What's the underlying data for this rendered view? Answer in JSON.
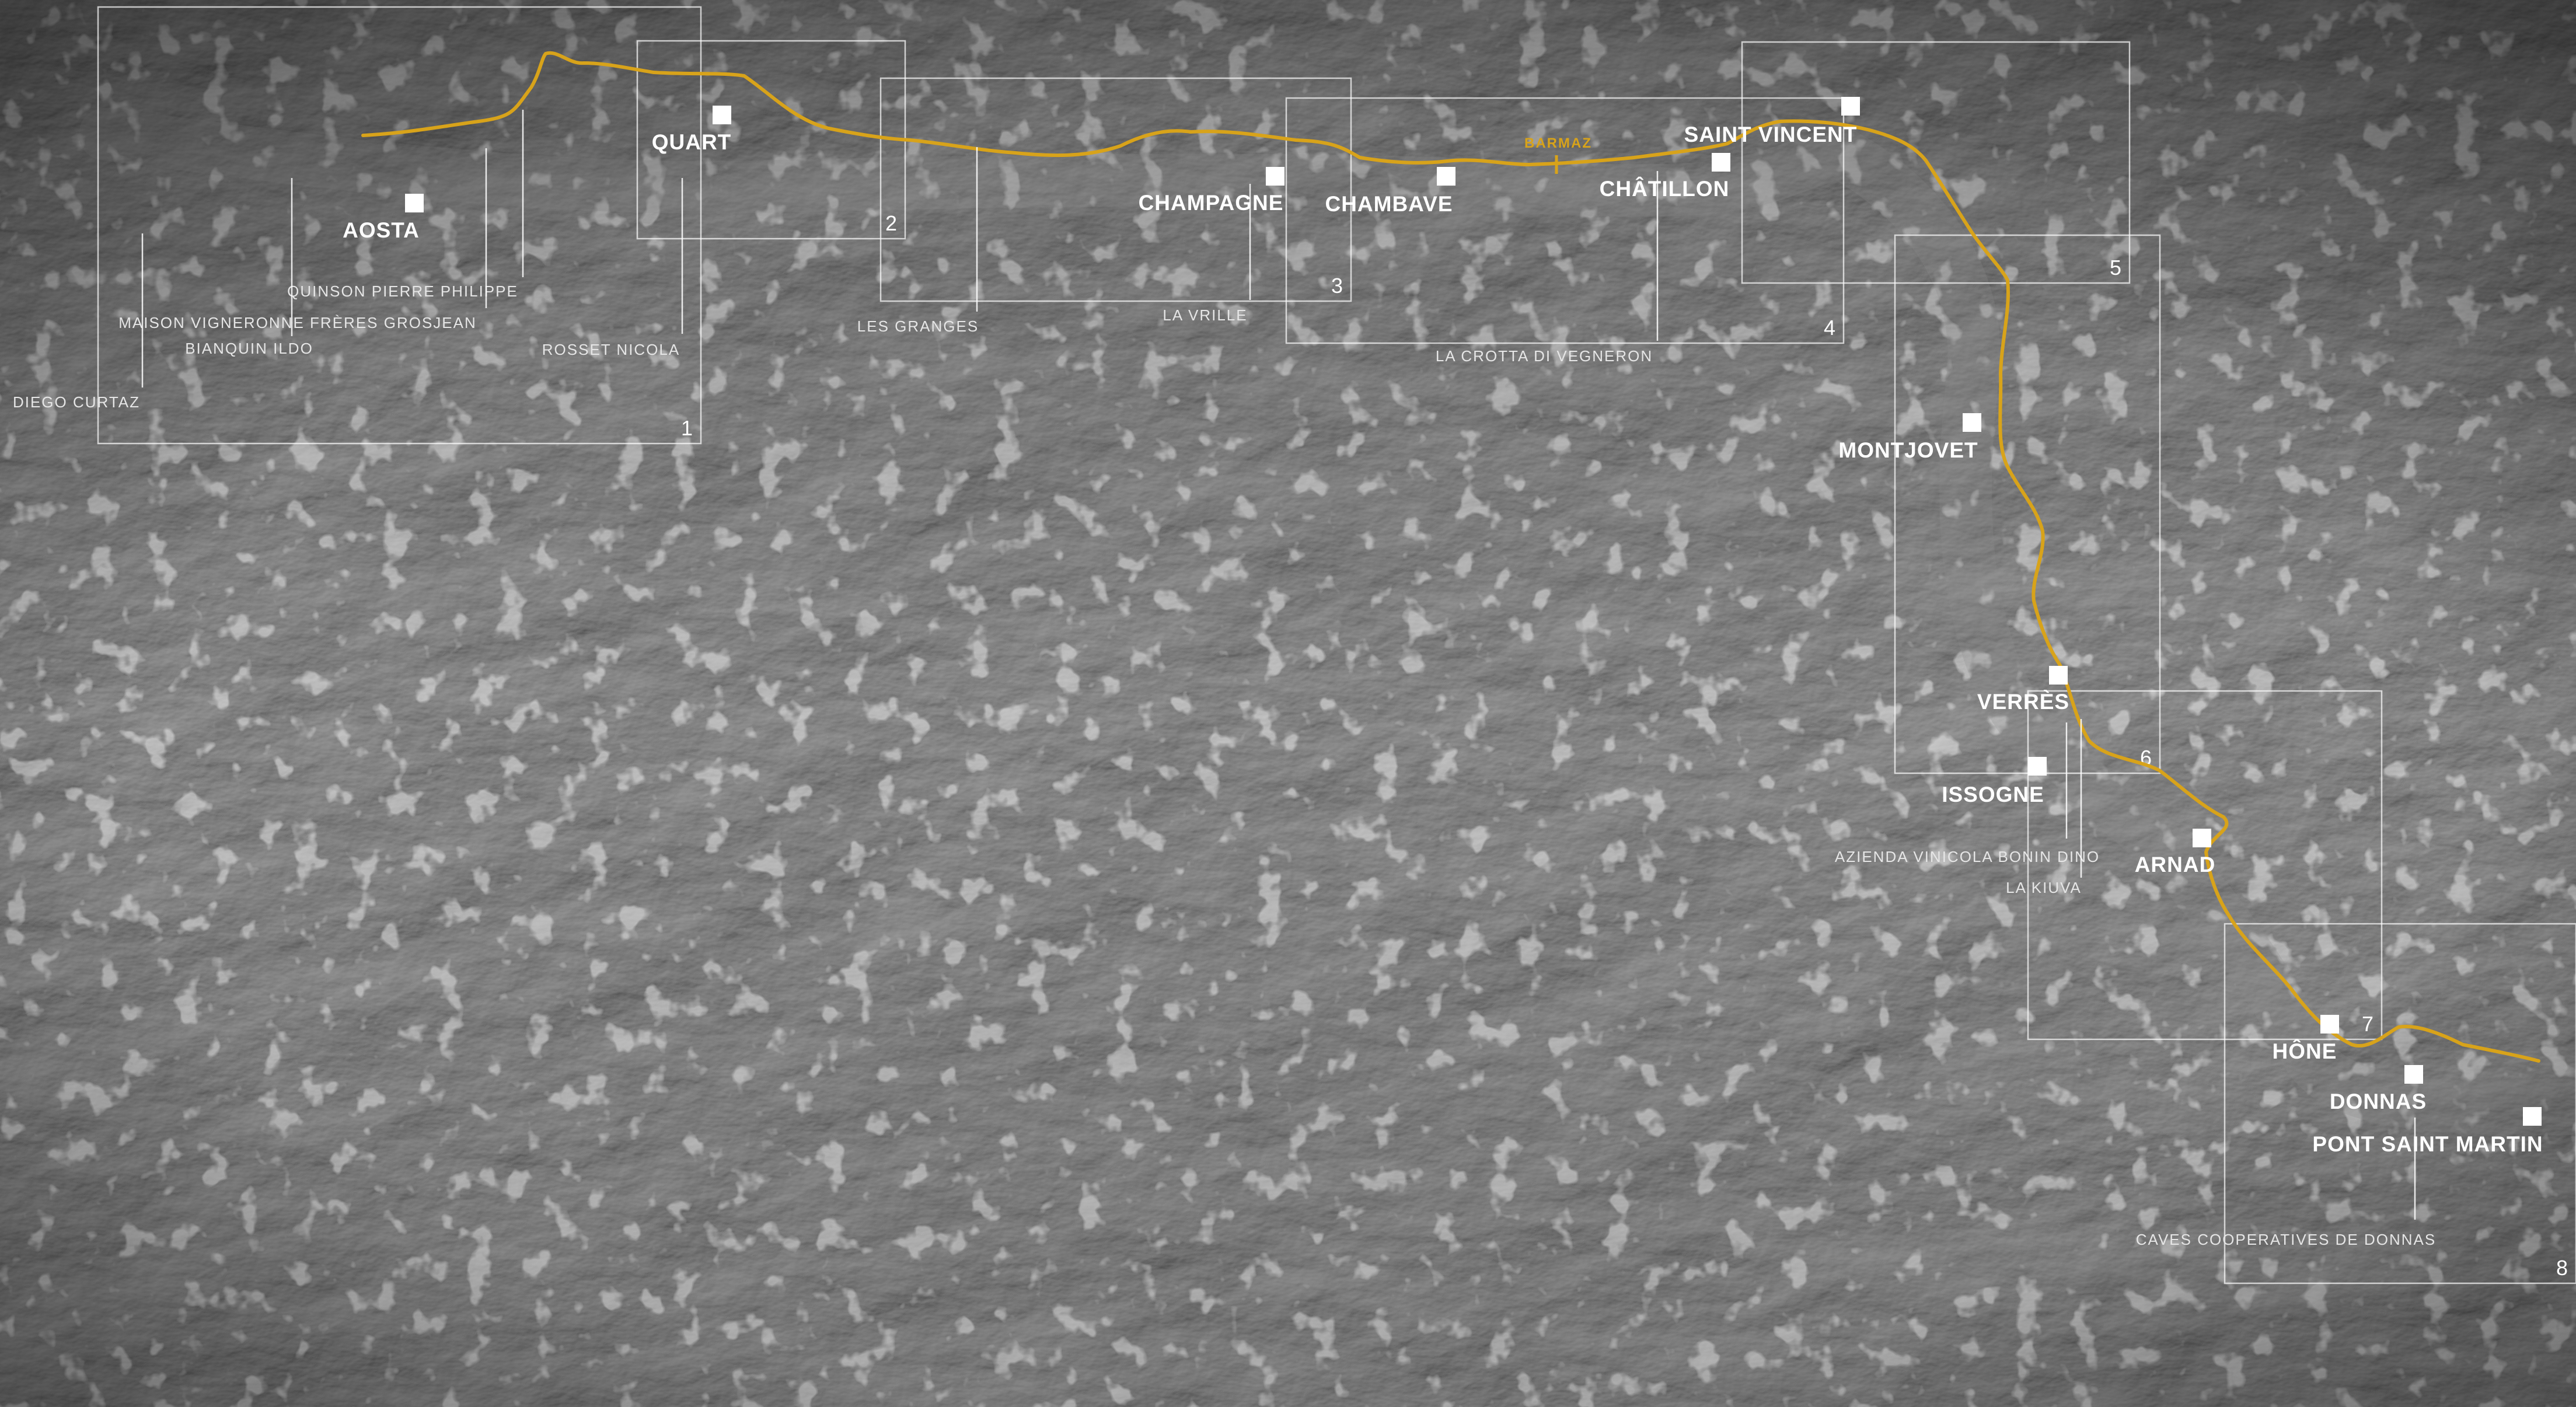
{
  "colors": {
    "route": "#d8a31a",
    "frame": "#ffffff",
    "label": "#ffffff",
    "terrain_base": "#3a3a3a"
  },
  "towns": [
    {
      "id": "aosta",
      "name": "AOSTA"
    },
    {
      "id": "quart",
      "name": "QUART"
    },
    {
      "id": "champagne",
      "name": "CHAMPAGNE"
    },
    {
      "id": "chambave",
      "name": "CHAMBAVE"
    },
    {
      "id": "chatillon",
      "name": "CHÂTILLON"
    },
    {
      "id": "saint-vincent",
      "name": "SAINT VINCENT"
    },
    {
      "id": "montjovet",
      "name": "MONTJOVET"
    },
    {
      "id": "verres",
      "name": "VERRÈS"
    },
    {
      "id": "issogne",
      "name": "ISSOGNE"
    },
    {
      "id": "arnad",
      "name": "ARNAD"
    },
    {
      "id": "hone",
      "name": "HÔNE"
    },
    {
      "id": "donnas",
      "name": "DONNAS"
    },
    {
      "id": "pont-saint-martin",
      "name": "PONT SAINT MARTIN"
    }
  ],
  "wineries": [
    {
      "id": "quinson",
      "name": "QUINSON PIERRE PHILIPPE"
    },
    {
      "id": "maison",
      "name": "MAISON VIGNERONNE FRÈRES GROSJEAN"
    },
    {
      "id": "bianquin",
      "name": "BIANQUIN ILDO"
    },
    {
      "id": "rosset",
      "name": "ROSSET NICOLA"
    },
    {
      "id": "curtaz",
      "name": "DIEGO CURTAZ"
    },
    {
      "id": "granges",
      "name": "LES GRANGES"
    },
    {
      "id": "vrille",
      "name": "LA VRILLE"
    },
    {
      "id": "crotta",
      "name": "LA CROTTA DI VEGNERON"
    },
    {
      "id": "bonin",
      "name": "AZIENDA VINICOLA BONIN DINO"
    },
    {
      "id": "kiuva",
      "name": "LA KIUVA"
    },
    {
      "id": "caves",
      "name": "CAVES COOPERATIVES DE DONNAS"
    }
  ],
  "route_stop": {
    "name": "BARMAZ"
  },
  "frames": [
    {
      "number": "1"
    },
    {
      "number": "2"
    },
    {
      "number": "3"
    },
    {
      "number": "4"
    },
    {
      "number": "5"
    },
    {
      "number": "6"
    },
    {
      "number": "7"
    },
    {
      "number": "8"
    }
  ]
}
